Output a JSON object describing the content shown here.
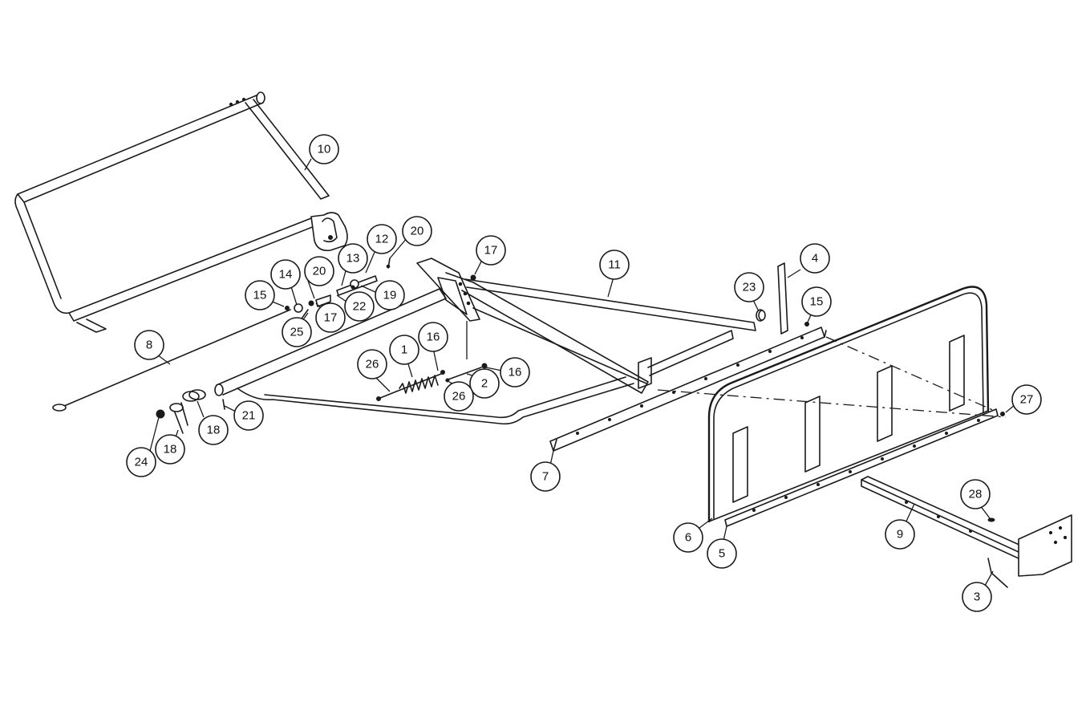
{
  "callouts": [
    {
      "id": "c10",
      "label": "10"
    },
    {
      "id": "c20a",
      "label": "20"
    },
    {
      "id": "c12",
      "label": "12"
    },
    {
      "id": "c13",
      "label": "13"
    },
    {
      "id": "c14",
      "label": "14"
    },
    {
      "id": "c20b",
      "label": "20"
    },
    {
      "id": "c15a",
      "label": "15"
    },
    {
      "id": "c25",
      "label": "25"
    },
    {
      "id": "c17a",
      "label": "17"
    },
    {
      "id": "c22",
      "label": "22"
    },
    {
      "id": "c19",
      "label": "19"
    },
    {
      "id": "c17b",
      "label": "17"
    },
    {
      "id": "c11",
      "label": "11"
    },
    {
      "id": "c23",
      "label": "23"
    },
    {
      "id": "c4",
      "label": "4"
    },
    {
      "id": "c15b",
      "label": "15"
    },
    {
      "id": "c8",
      "label": "8"
    },
    {
      "id": "c1",
      "label": "1"
    },
    {
      "id": "c16a",
      "label": "16"
    },
    {
      "id": "c26a",
      "label": "26"
    },
    {
      "id": "c16b",
      "label": "16"
    },
    {
      "id": "c2",
      "label": "2"
    },
    {
      "id": "c26b",
      "label": "26"
    },
    {
      "id": "c21",
      "label": "21"
    },
    {
      "id": "c18a",
      "label": "18"
    },
    {
      "id": "c18b",
      "label": "18"
    },
    {
      "id": "c24",
      "label": "24"
    },
    {
      "id": "c7",
      "label": "7"
    },
    {
      "id": "c27",
      "label": "27"
    },
    {
      "id": "c28",
      "label": "28"
    },
    {
      "id": "c6",
      "label": "6"
    },
    {
      "id": "c9",
      "label": "9"
    },
    {
      "id": "c5",
      "label": "5"
    },
    {
      "id": "c3",
      "label": "3"
    }
  ]
}
